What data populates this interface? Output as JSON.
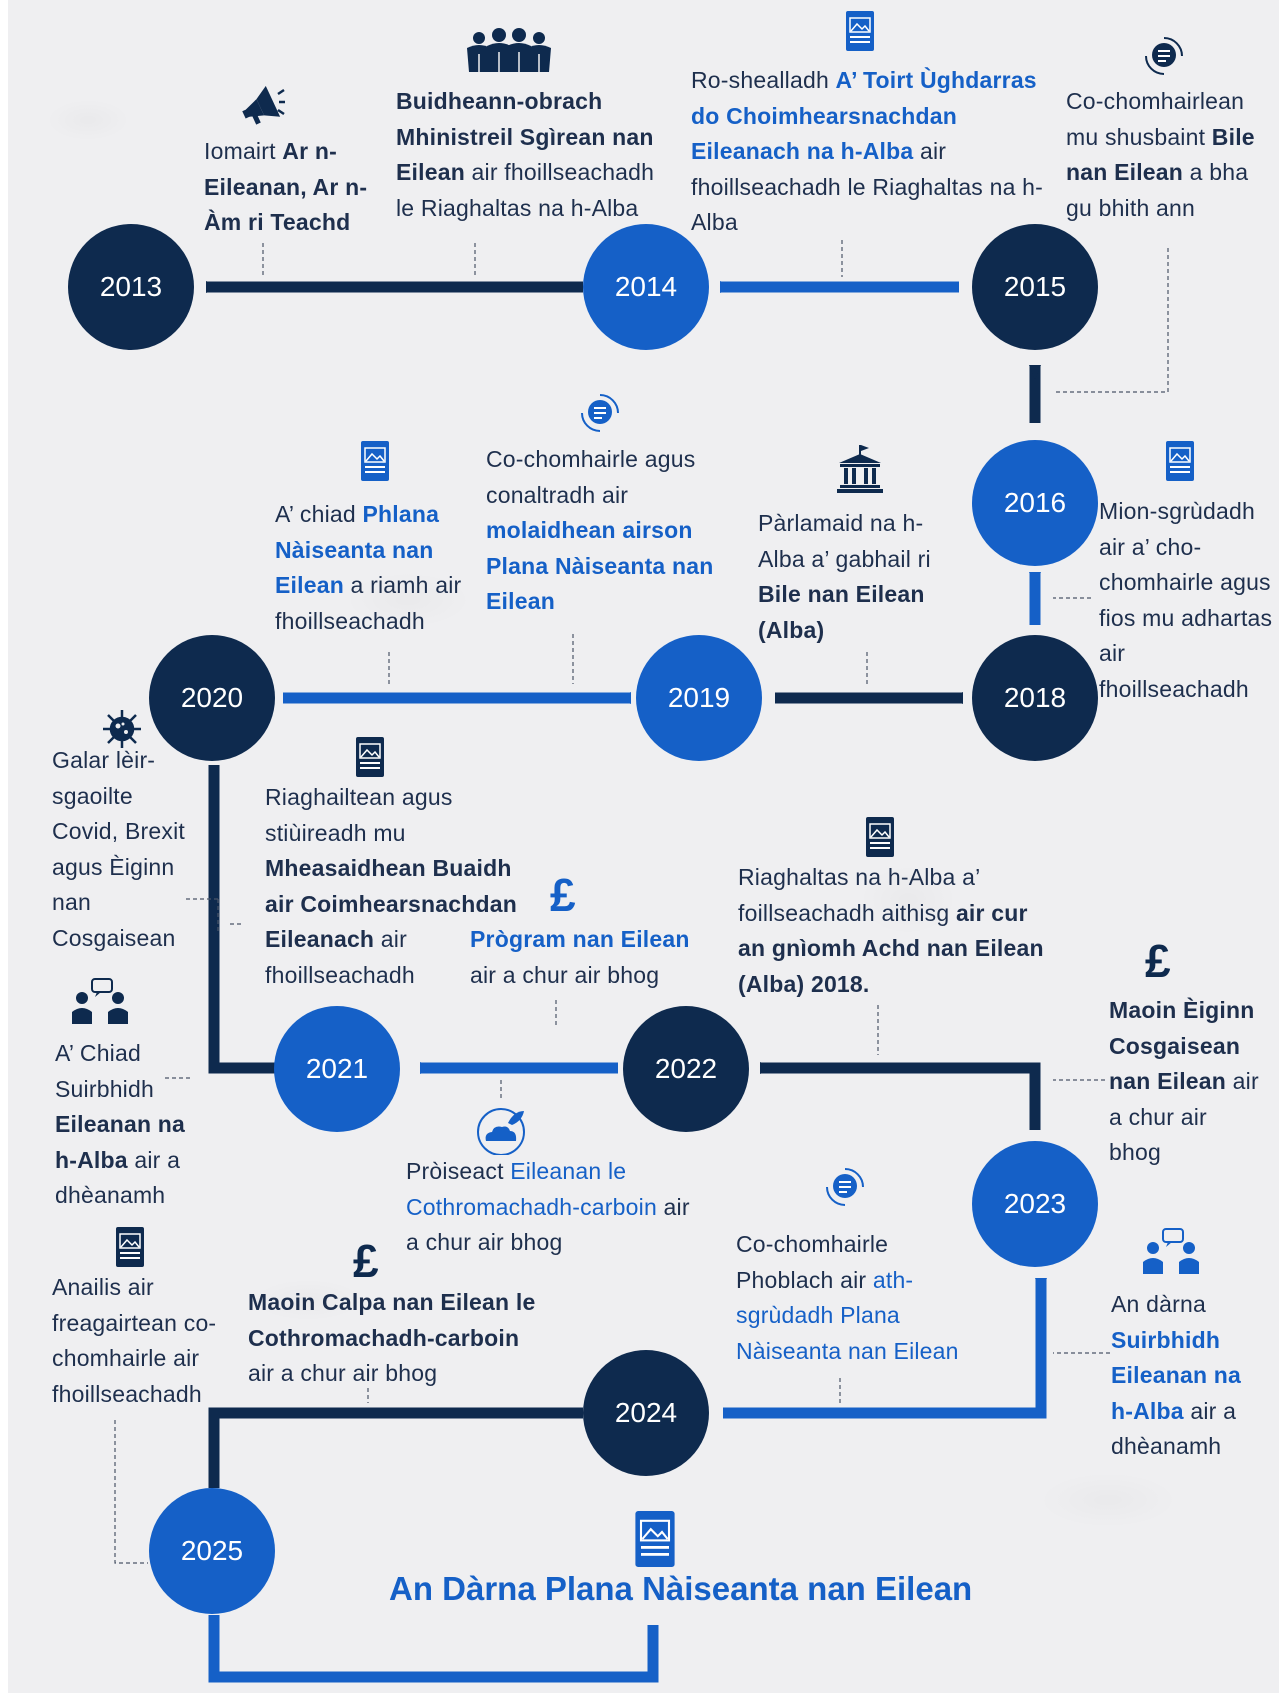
{
  "years": {
    "y2013": "2013",
    "y2014": "2014",
    "y2015": "2015",
    "y2016": "2016",
    "y2018": "2018",
    "y2019": "2019",
    "y2020": "2020",
    "y2021": "2021",
    "y2022": "2022",
    "y2023": "2023",
    "y2024": "2024",
    "y2025": "2025"
  },
  "events": {
    "e2013": {
      "a": "Iomairt ",
      "b": "Ar n-Eileanan, Ar n-Àm ri Teachd"
    },
    "e2014a": {
      "b": "Buidheann-obrach Mhinistreil Sgìrean nan Eilean",
      "c": " air fhoillseachadh le Riaghaltas na h-Alba"
    },
    "e2014b": {
      "a": "Ro-shealladh ",
      "lb": "A’ Toirt Ùghdarras do Choimhearsnachdan Eileanach na h-Alba",
      "c": " air fhoillseachadh le Riaghaltas na h-Alba"
    },
    "e2015": {
      "a": "Co-chomhairlean mu shusbaint ",
      "b": "Bile nan Eilean",
      "c": " a bha gu bhith ann"
    },
    "e2016": {
      "a": "Mion-sgrùdadh air a’ cho-chomhairle agus fios mu adhartas air fhoillseachadh"
    },
    "e2018": {
      "a": "Pàrlamaid na h-Alba a’ gabhail ri ",
      "b": "Bile nan Eilean (Alba)"
    },
    "e2019": {
      "a": "Co-chomhairle agus conaltradh air ",
      "lb": "molaidhean airson Plana Nàiseanta nan Eilean"
    },
    "e2020a": {
      "a": "A’ chiad ",
      "lb": "Phlana Nàiseanta nan Eilean",
      "c": " a riamh air fhoillseachadh"
    },
    "e2020b": {
      "a": "Galar lèir-sgaoilte Covid, Brexit agus Èiginn nan Cosgaisean"
    },
    "e2020c": {
      "a": "Riaghailtean agus stiùireadh mu ",
      "b": "Mheasaidhean Buaidh air Coimhearsnachdan Eileanach",
      "c": " air fhoillseachadh"
    },
    "e2021a": {
      "a": "A’ Chiad Suirbhidh ",
      "b": "Eileanan na h-Alba",
      "c": " air a dhèanamh"
    },
    "e2021b": {
      "lb": "Prògram nan Eilean",
      "c": " air a chur air bhog"
    },
    "e2021c": {
      "a": "Pròiseact ",
      "lt": "Eileanan le Cothromachadh-carboin",
      "c": " air a chur air bhog"
    },
    "e2022": {
      "a": "Riaghaltas na h-Alba a’ foillseachadh aithisg ",
      "b": "air cur an gnìomh Achd nan Eilean (Alba) 2018."
    },
    "e2023a": {
      "b": "Maoin Èiginn Cosgaisean nan Eilean",
      "c": " air a chur air bhog"
    },
    "e2023b": {
      "a": "An dàrna ",
      "lb": "Suirbhidh Eileanan na h-Alba",
      "c": " air a dhèanamh"
    },
    "e2024a": {
      "a": "Anailis air freagairtean co-chomhairle air fhoillseachadh"
    },
    "e2024b": {
      "b": "Maoin Calpa nan Eilean le Cothromachadh-carboin",
      "c": " air a chur air bhog"
    },
    "e2024c": {
      "a": "Co-chomhairle Phoblach air ",
      "lt": "ath-sgrùdadh Plana Nàiseanta nan Eilean"
    }
  },
  "final_title": "An Dàrna Plana Nàiseanta nan Eilean",
  "icons": {
    "megaphone": "megaphone-icon",
    "people": "people-group-icon",
    "document": "document-icon",
    "consult": "consultation-chat-icon",
    "parliament": "parliament-building-icon",
    "virus": "virus-icon",
    "pound": "pound-sign-icon",
    "survey": "survey-people-icon",
    "cloud": "cloud-leaf-icon"
  },
  "colors": {
    "navy": "#0e2a4e",
    "blue": "#1560c7",
    "text": "#1e2f4d",
    "background": "#efeff1"
  }
}
